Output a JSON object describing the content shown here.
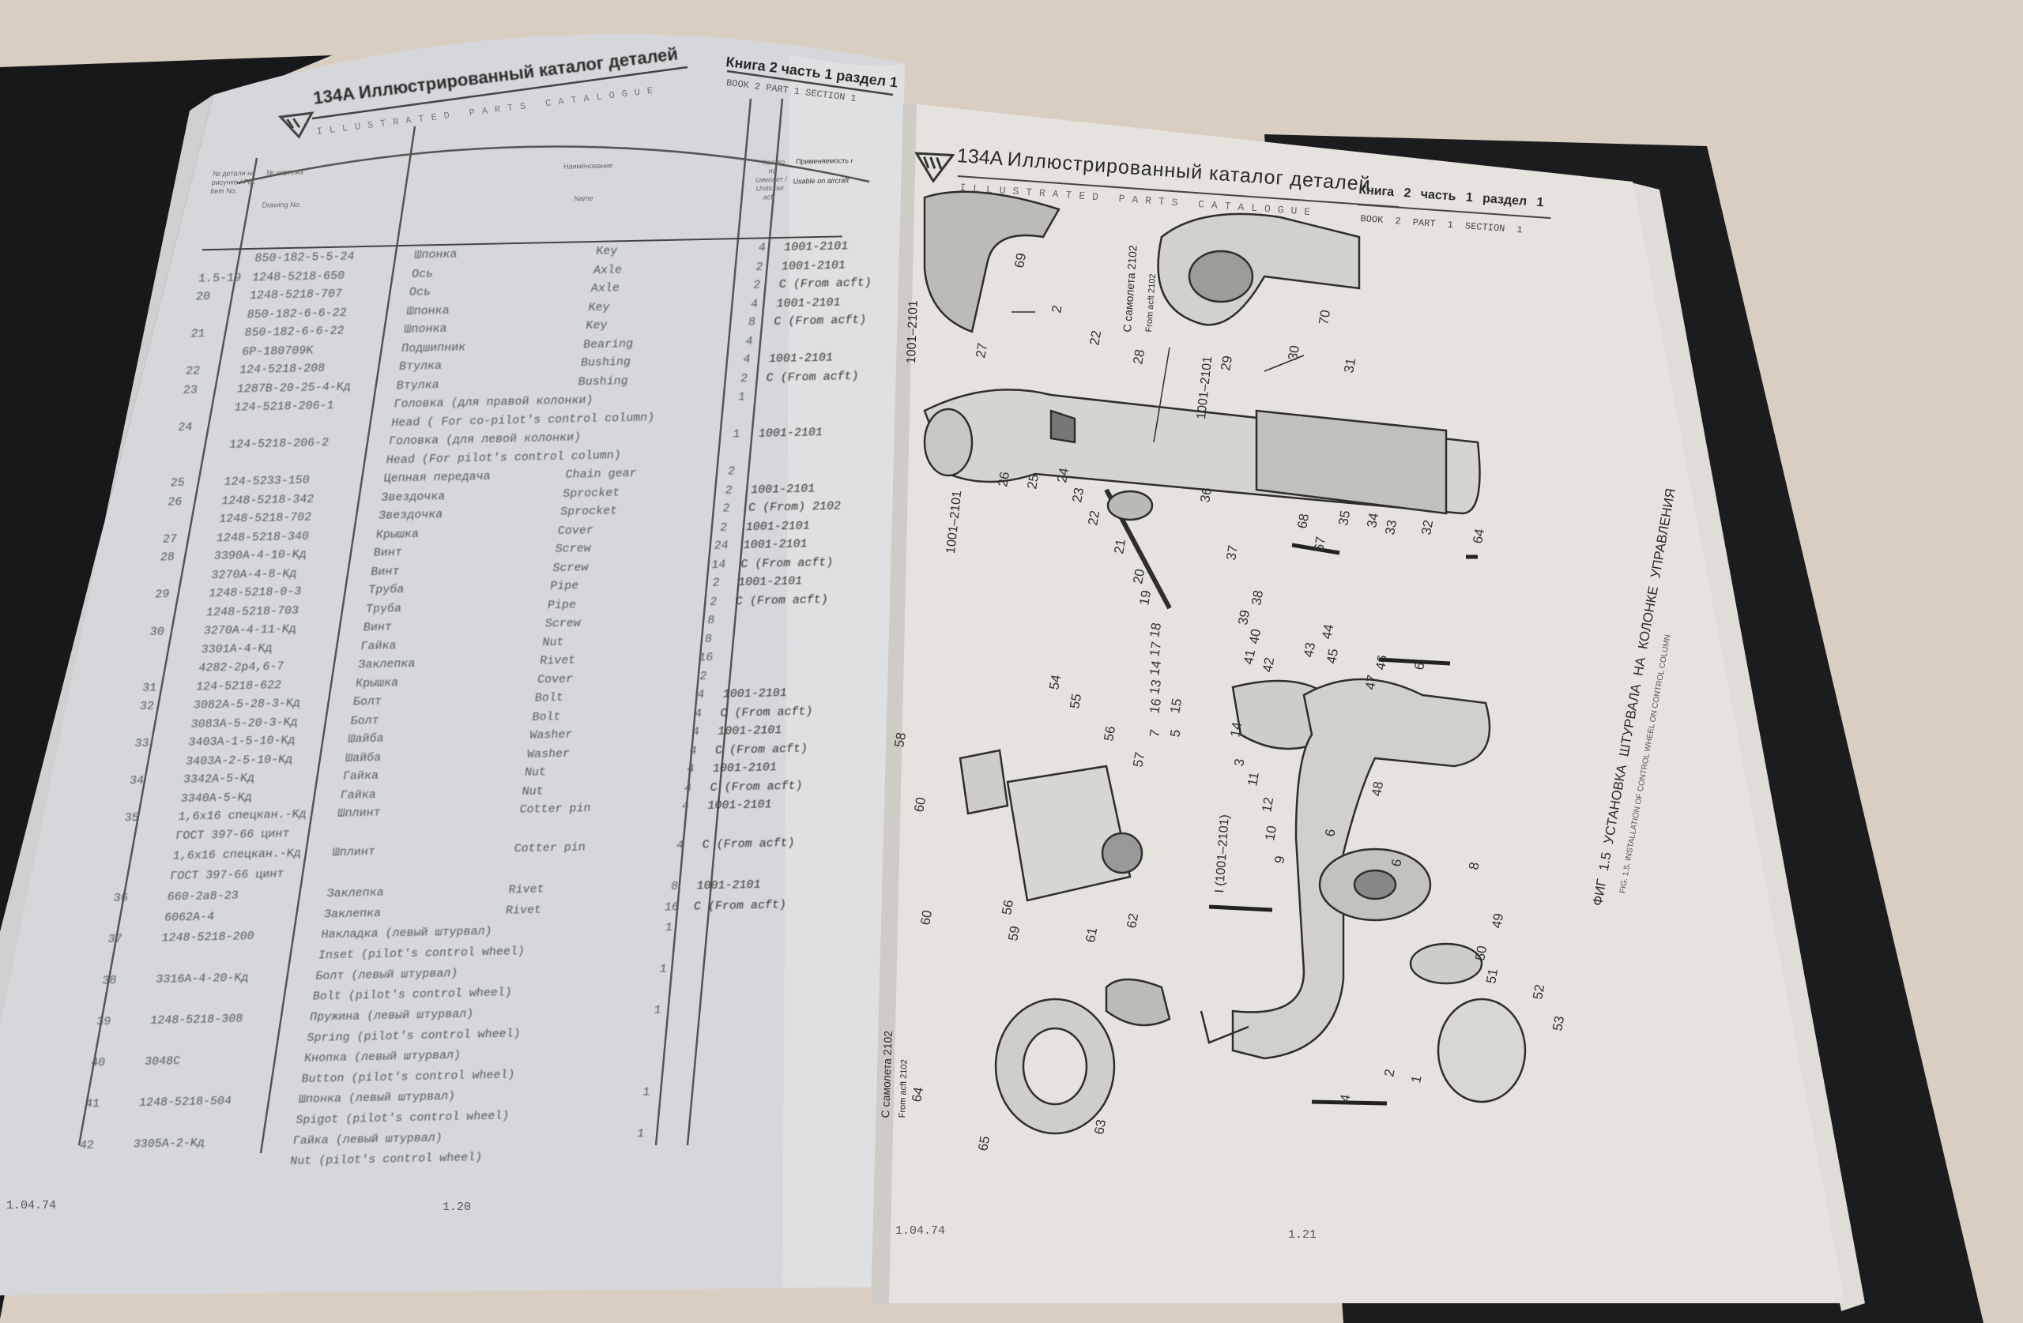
{
  "left_page": {
    "header": {
      "logo": "134A",
      "title_ru": "Иллюстрированный каталог деталей",
      "title_en": "ILLUSTRATED PARTS CATALOGUE",
      "book_ru": "Книга 2 часть 1 раздел 1",
      "book_en": "BOOK 2 PART 1 SECTION 1"
    },
    "table": {
      "columns": {
        "fig": "№ детали на рисунке / Fig. Item No.",
        "dwg_ru": "№ чертежа",
        "dwg_en": "Drawing No.",
        "name_ru": "Наименование",
        "name_en": "Name",
        "qty": "Кол-во на самолет / Units per acft",
        "applic_ru": "Применяемость на самолетах",
        "applic_en": "Usable on aircraft"
      },
      "rows": [
        {
          "fig": "",
          "dwg": "850-182-5-5-24",
          "ru": "Шпонка",
          "en": "Key",
          "qty": "4",
          "app": "1001-2101"
        },
        {
          "fig": "1.5-19",
          "dwg": "1248-5218-650",
          "ru": "Ось",
          "en": "Axle",
          "qty": "2",
          "app": "1001-2101"
        },
        {
          "fig": "20",
          "dwg": "1248-5218-707",
          "ru": "Ось",
          "en": "Axle",
          "qty": "2",
          "app": "C (From acft)"
        },
        {
          "fig": "",
          "dwg": "850-182-6-6-22",
          "ru": "Шпонка",
          "en": "Key",
          "qty": "4",
          "app": "1001-2101"
        },
        {
          "fig": "21",
          "dwg": "850-182-6-6-22",
          "ru": "Шпонка",
          "en": "Key",
          "qty": "8",
          "app": "C (From acft)"
        },
        {
          "fig": "",
          "dwg": "6P-180709K",
          "ru": "Подшипник",
          "en": "Bearing",
          "qty": "4",
          "app": ""
        },
        {
          "fig": "22",
          "dwg": "124-5218-208",
          "ru": "Втулка",
          "en": "Bushing",
          "qty": "4",
          "app": "1001-2101"
        },
        {
          "fig": "23",
          "dwg": "1287B-20-25-4-Kд",
          "ru": "Втулка",
          "en": "Bushing",
          "qty": "2",
          "app": "C (From acft)"
        },
        {
          "fig": "",
          "dwg": "124-5218-206-1",
          "ru": "Головка (для правой колонки)",
          "en": "",
          "qty": "1",
          "app": ""
        },
        {
          "fig": "24",
          "dwg": "",
          "ru": "Head ( For co-pilot's control column)",
          "en": "",
          "qty": "",
          "app": ""
        },
        {
          "fig": "",
          "dwg": "124-5218-206-2",
          "ru": "Головка (для левой колонки)",
          "en": "",
          "qty": "1",
          "app": "1001-2101"
        },
        {
          "fig": "",
          "dwg": "",
          "ru": "Head (For pilot's control column)",
          "en": "",
          "qty": "",
          "app": ""
        },
        {
          "fig": "25",
          "dwg": "124-5233-150",
          "ru": "Цепная передача",
          "en": "Chain gear",
          "qty": "2",
          "app": ""
        },
        {
          "fig": "26",
          "dwg": "1248-5218-342",
          "ru": "Звездочка",
          "en": "Sprocket",
          "qty": "2",
          "app": "1001-2101"
        },
        {
          "fig": "",
          "dwg": "1248-5218-702",
          "ru": "Звездочка",
          "en": "Sprocket",
          "qty": "2",
          "app": "C (From) 2102"
        },
        {
          "fig": "27",
          "dwg": "1248-5218-340",
          "ru": "Крышка",
          "en": "Cover",
          "qty": "2",
          "app": "1001-2101"
        },
        {
          "fig": "28",
          "dwg": "3390A-4-10-Kд",
          "ru": "Винт",
          "en": "Screw",
          "qty": "24",
          "app": "1001-2101"
        },
        {
          "fig": "",
          "dwg": "3270A-4-8-Kд",
          "ru": "Винт",
          "en": "Screw",
          "qty": "14",
          "app": "C (From acft)"
        },
        {
          "fig": "29",
          "dwg": "1248-5218-0-3",
          "ru": "Труба",
          "en": "Pipe",
          "qty": "2",
          "app": "1001-2101"
        },
        {
          "fig": "",
          "dwg": "1248-5218-703",
          "ru": "Труба",
          "en": "Pipe",
          "qty": "2",
          "app": "C (From acft)"
        },
        {
          "fig": "30",
          "dwg": "3270A-4-11-Kд",
          "ru": "Винт",
          "en": "Screw",
          "qty": "8",
          "app": ""
        },
        {
          "fig": "",
          "dwg": "3301A-4-Kд",
          "ru": "Гайка",
          "en": "Nut",
          "qty": "8",
          "app": ""
        },
        {
          "fig": "",
          "dwg": "4282-2p4,6-7",
          "ru": "Заклепка",
          "en": "Rivet",
          "qty": "16",
          "app": ""
        },
        {
          "fig": "31",
          "dwg": "124-5218-622",
          "ru": "Крышка",
          "en": "Cover",
          "qty": "2",
          "app": ""
        },
        {
          "fig": "32",
          "dwg": "3082A-5-28-3-Kд",
          "ru": "Болт",
          "en": "Bolt",
          "qty": "4",
          "app": "1001-2101"
        },
        {
          "fig": "",
          "dwg": "3083A-5-20-3-Kд",
          "ru": "Болт",
          "en": "Bolt",
          "qty": "4",
          "app": "C (From acft)"
        },
        {
          "fig": "33",
          "dwg": "3403A-1-5-10-Kд",
          "ru": "Шайба",
          "en": "Washer",
          "qty": "4",
          "app": "1001-2101"
        },
        {
          "fig": "",
          "dwg": "3403A-2-5-10-Kд",
          "ru": "Шайба",
          "en": "Washer",
          "qty": "4",
          "app": "C (From acft)"
        },
        {
          "fig": "34",
          "dwg": "3342A-5-Kд",
          "ru": "Гайка",
          "en": "Nut",
          "qty": "4",
          "app": "1001-2101"
        },
        {
          "fig": "",
          "dwg": "3340A-5-Kд",
          "ru": "Гайка",
          "en": "Nut",
          "qty": "4",
          "app": "C (From acft)"
        },
        {
          "fig": "35",
          "dwg": "1,6x16 спецкан.-Kд",
          "ru": "Шплинт",
          "en": "Cotter pin",
          "qty": "4",
          "app": "1001-2101"
        },
        {
          "fig": "",
          "dwg": "ГОСТ 397-66 цинт",
          "ru": "",
          "en": "",
          "qty": "",
          "app": ""
        },
        {
          "fig": "",
          "dwg": "1,6x16 спецкан.-Kд",
          "ru": "Шплинт",
          "en": "Cotter pin",
          "qty": "4",
          "app": "C (From acft)"
        },
        {
          "fig": "",
          "dwg": "ГОСТ 397-66 цинт",
          "ru": "",
          "en": "",
          "qty": "",
          "app": ""
        },
        {
          "fig": "36",
          "dwg": "660-2a8-23",
          "ru": "Заклепка",
          "en": "Rivet",
          "qty": "8",
          "app": "1001-2101"
        },
        {
          "fig": "",
          "dwg": "6062A-4",
          "ru": "Заклепка",
          "en": "Rivet",
          "qty": "16",
          "app": "C (From acft)"
        },
        {
          "fig": "37",
          "dwg": "1248-5218-200",
          "ru": "Накладка (левый штурвал)",
          "en": "",
          "qty": "1",
          "app": ""
        },
        {
          "fig": "",
          "dwg": "",
          "ru": "Inset (pilot's control wheel)",
          "en": "",
          "qty": "",
          "app": ""
        },
        {
          "fig": "38",
          "dwg": "3316A-4-20-Kд",
          "ru": "Болт (левый штурвал)",
          "en": "",
          "qty": "1",
          "app": ""
        },
        {
          "fig": "",
          "dwg": "",
          "ru": "Bolt (pilot's control wheel)",
          "en": "",
          "qty": "",
          "app": ""
        },
        {
          "fig": "39",
          "dwg": "1248-5218-308",
          "ru": "Пружина (левый штурвал)",
          "en": "",
          "qty": "1",
          "app": ""
        },
        {
          "fig": "",
          "dwg": "",
          "ru": "Spring (pilot's control wheel)",
          "en": "",
          "qty": "",
          "app": ""
        },
        {
          "fig": "40",
          "dwg": "3048C",
          "ru": "Кнопка (левый штурвал)",
          "en": "",
          "qty": "",
          "app": ""
        },
        {
          "fig": "",
          "dwg": "",
          "ru": "Button (pilot's control wheel)",
          "en": "",
          "qty": "",
          "app": ""
        },
        {
          "fig": "41",
          "dwg": "1248-5218-504",
          "ru": "Шпонка (левый штурвал)",
          "en": "",
          "qty": "1",
          "app": ""
        },
        {
          "fig": "",
          "dwg": "",
          "ru": "Spigot (pilot's control wheel)",
          "en": "",
          "qty": "",
          "app": ""
        },
        {
          "fig": "42",
          "dwg": "3305A-2-Kд",
          "ru": "Гайка (левый штурвал)",
          "en": "",
          "qty": "1",
          "app": ""
        },
        {
          "fig": "",
          "dwg": "",
          "ru": "Nut (pilot's control wheel)",
          "en": "",
          "qty": "",
          "app": ""
        }
      ]
    },
    "footer": {
      "date": "1.04.74",
      "page": "1.20"
    }
  },
  "right_page": {
    "header": {
      "logo": "134A",
      "title_ru": "Иллюстрированный каталог деталей",
      "title_en": "ILLUSTRATED PARTS CATALOGUE",
      "book_ru": "Книга 2 часть 1 раздел 1",
      "book_en": "BOOK 2 PART 1 SECTION 1"
    },
    "figure": {
      "caption_ru": "ФИГ 1.5  УСТАНОВКА  ШТУРВАЛА  НА  КОЛОНКЕ  УПРАВЛЕНИЯ",
      "caption_en": "FIG. 1.5.  INSTALLATION OF CONTROL WHEEL ON CONTROL COLUMN",
      "notes": [
        "С самолета 2102",
        "From acft 2102",
        "1001–2101",
        "1001–2101",
        "I (1001–2101)",
        "С самолета 2102",
        "From acft 2102"
      ],
      "callouts": [
        "69",
        "70",
        "2",
        "22",
        "28",
        "27",
        "29",
        "30",
        "31",
        "26",
        "25",
        "24",
        "23",
        "22",
        "21",
        "20",
        "19",
        "36",
        "35",
        "34",
        "33",
        "32",
        "68",
        "67",
        "64",
        "37",
        "38",
        "39",
        "40",
        "41",
        "42",
        "43",
        "44",
        "45",
        "46",
        "47",
        "6",
        "18",
        "17",
        "14",
        "13",
        "16",
        "15",
        "7",
        "5",
        "14",
        "3",
        "11",
        "12",
        "10",
        "9",
        "8",
        "48",
        "49",
        "50",
        "51",
        "52",
        "53",
        "54",
        "55",
        "56",
        "57",
        "58",
        "60",
        "61",
        "62",
        "63",
        "64",
        "65",
        "4",
        "1",
        "2",
        "60",
        "56",
        "59",
        "6",
        "6"
      ]
    },
    "footer": {
      "date": "1.04.74",
      "page": "1.21"
    }
  }
}
